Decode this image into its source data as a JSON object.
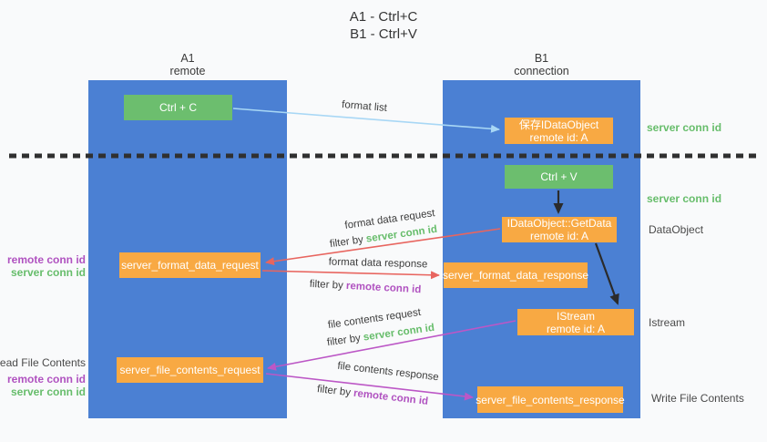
{
  "title": {
    "line1": "A1 - Ctrl+C",
    "line2": "B1 - Ctrl+V"
  },
  "columns": {
    "left": {
      "name": "A1",
      "subtitle": "remote"
    },
    "right": {
      "name": "B1",
      "subtitle": "connection"
    }
  },
  "nodes": {
    "ctrl_c": {
      "label": "Ctrl + C"
    },
    "ctrl_v": {
      "label": "Ctrl + V"
    },
    "save_dataobject": {
      "line1": "保存IDataObject",
      "line2": "remote id: A"
    },
    "getdata": {
      "line1": "IDataObject::GetData",
      "line2": "remote id: A"
    },
    "istream": {
      "line1": "IStream",
      "line2": "remote id: A"
    },
    "format_data_request": {
      "label": "server_format_data_request"
    },
    "format_data_response": {
      "label": "server_format_data_response"
    },
    "file_contents_request": {
      "label": "server_file_contents_request"
    },
    "file_contents_response": {
      "label": "server_file_contents_response"
    }
  },
  "edges": {
    "format_list": {
      "label": "format list"
    },
    "format_data_request": {
      "label": "format data request",
      "filter_prefix": "filter by ",
      "filter_key": "server conn id"
    },
    "format_data_response": {
      "label": "format data response",
      "filter_prefix": "filter by ",
      "filter_key": "remote conn id"
    },
    "file_contents_request": {
      "label": "file contents request",
      "filter_prefix": "filter by ",
      "filter_key": "server conn id"
    },
    "file_contents_response": {
      "label": "file contents response",
      "filter_prefix": "filter by ",
      "filter_key": "remote conn id"
    }
  },
  "side_labels": {
    "left_format": {
      "line1": "remote conn id",
      "line2": "server conn id"
    },
    "left_file": {
      "title": "Read File Contents",
      "line1": "remote conn id",
      "line2": "server conn id"
    },
    "right_top": "server conn id",
    "right_mid": "server conn id",
    "right_dataobject": "DataObject",
    "right_istream": "Istream",
    "right_write": "Write File Contents"
  },
  "colors": {
    "column_blue": "#4b80d3",
    "box_green": "#6cbe6e",
    "box_orange": "#f8a943",
    "arrow_blue": "#a8d7f5",
    "arrow_red": "#e8655f",
    "arrow_purple": "#bc57c6",
    "arrow_black": "#2b2b2b",
    "label_green": "#67bd6b",
    "label_purple": "#b052c0",
    "text_dark": "#3d3d3d",
    "background": "#f9fafb"
  }
}
